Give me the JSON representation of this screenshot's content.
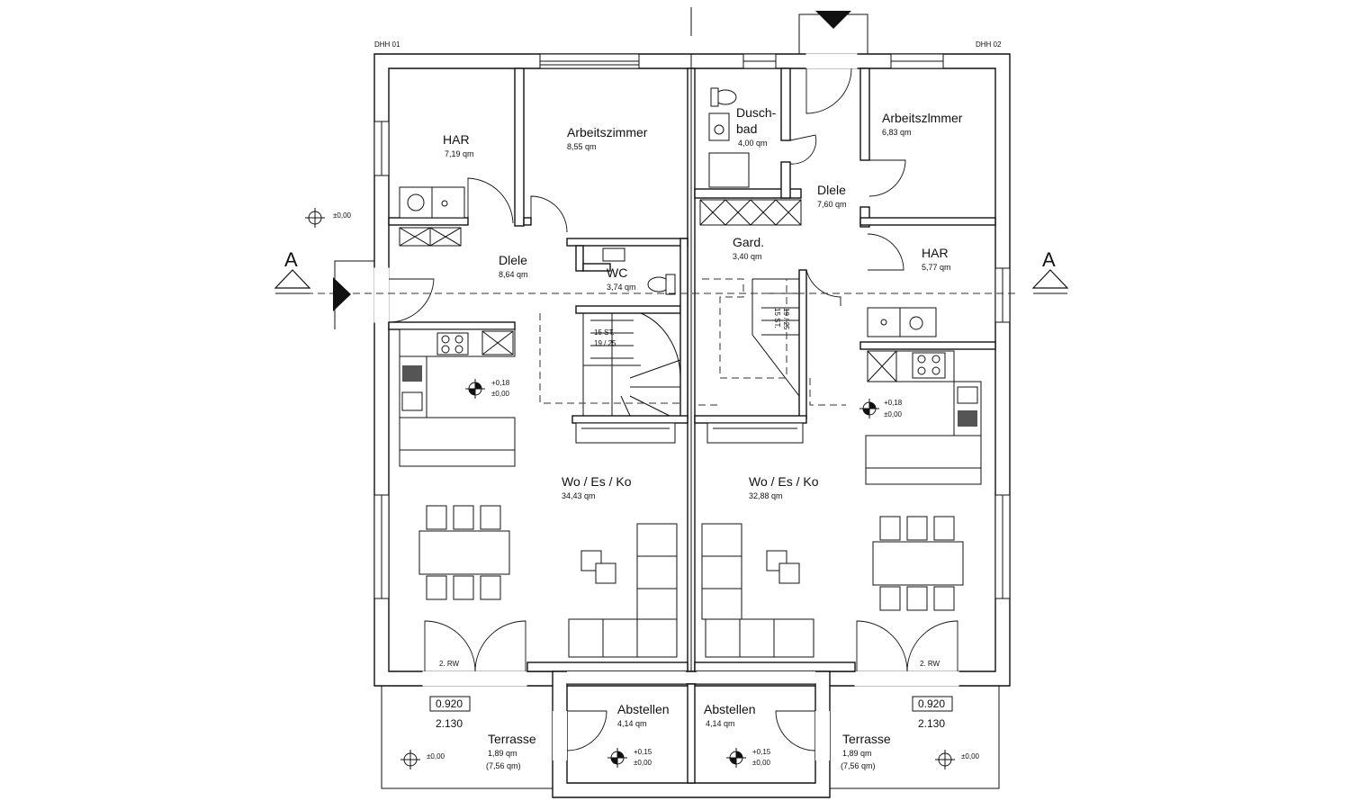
{
  "house_labels": {
    "left": "DHH 01",
    "right": "DHH 02"
  },
  "section_marker": {
    "left": "A",
    "right": "A"
  },
  "rooms": [
    {
      "id": "har-1",
      "name": "HAR",
      "area": "7,19 qm"
    },
    {
      "id": "arbeit-1",
      "name": "Arbeitszimmer",
      "area": "8,55 qm"
    },
    {
      "id": "diele-1",
      "name": "Dlele",
      "area": "8,64 qm"
    },
    {
      "id": "wc-1",
      "name": "WC",
      "area": "3,74 qm"
    },
    {
      "id": "wo-1",
      "name": "Wo / Es / Ko",
      "area": "34,43 qm"
    },
    {
      "id": "bad-2",
      "name": "Dusch-",
      "name2": "bad",
      "area": "4,00 qm"
    },
    {
      "id": "diele-2",
      "name": "Dlele",
      "area": "7,60 qm"
    },
    {
      "id": "arbeit-2",
      "name": "Arbeitszlmmer",
      "area": "6,83 qm"
    },
    {
      "id": "gard-2",
      "name": "Gard.",
      "area": "3,40 qm"
    },
    {
      "id": "har-2",
      "name": "HAR",
      "area": "5,77 qm"
    },
    {
      "id": "wo-2",
      "name": "Wo / Es / Ko",
      "area": "32,88 qm"
    },
    {
      "id": "abst-1",
      "name": "Abstellen",
      "area": "4,14 qm"
    },
    {
      "id": "abst-2",
      "name": "Abstellen",
      "area": "4,14 qm"
    },
    {
      "id": "terr-1",
      "name": "Terrasse",
      "area": "1,89 qm",
      "area2": "(7,56 qm)"
    },
    {
      "id": "terr-2",
      "name": "Terrasse",
      "area": "1,89 qm",
      "area2": "(7,56 qm)"
    }
  ],
  "levels": {
    "outside": "±0,00",
    "inside_top": "+0,18",
    "inside_bottom": "±0,00",
    "store_top": "+0,15",
    "store_bottom": "±0,00"
  },
  "stairs": {
    "left": {
      "steps": "15 ST.",
      "ratio": "19 / 25"
    },
    "right": {
      "steps": "15 ST.",
      "ratio": "19 / 25"
    }
  },
  "windows": {
    "rw_label": "2. RW",
    "height_top": "0.920",
    "height_bottom": "2.130"
  }
}
